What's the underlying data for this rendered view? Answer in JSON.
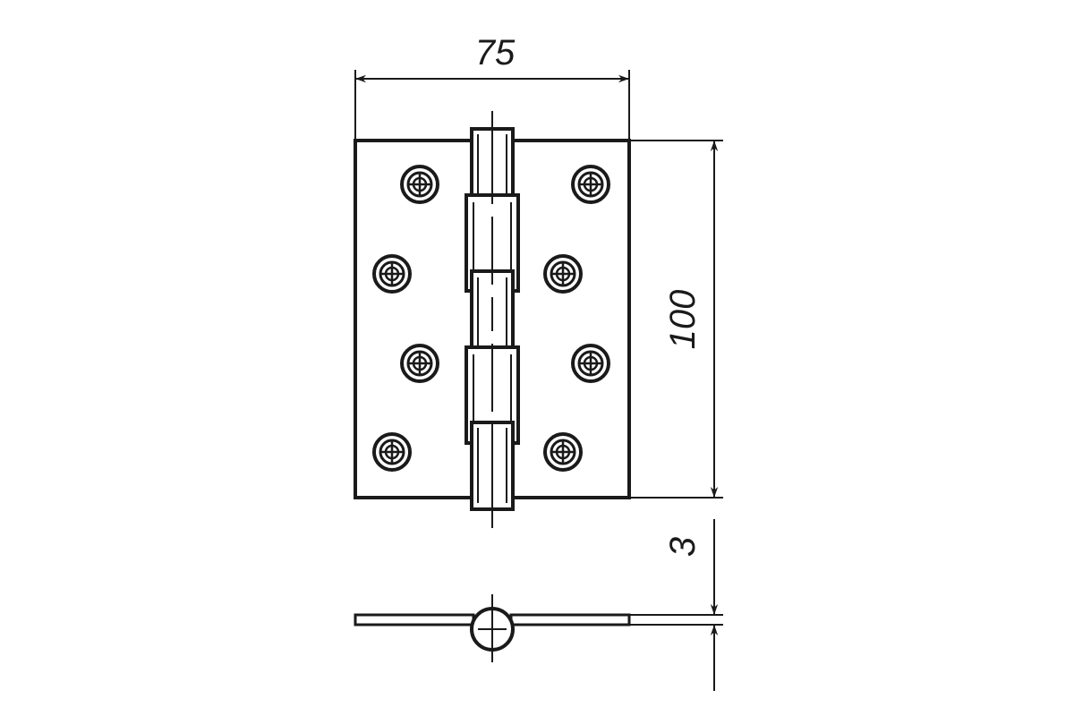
{
  "drawing": {
    "dimensions": {
      "width": "75",
      "height": "100",
      "thickness": "3"
    },
    "colors": {
      "line": "#1a1a1a",
      "background": "#ffffff"
    },
    "components": {
      "leaf_screw_holes": 8,
      "knuckles": 5
    }
  }
}
